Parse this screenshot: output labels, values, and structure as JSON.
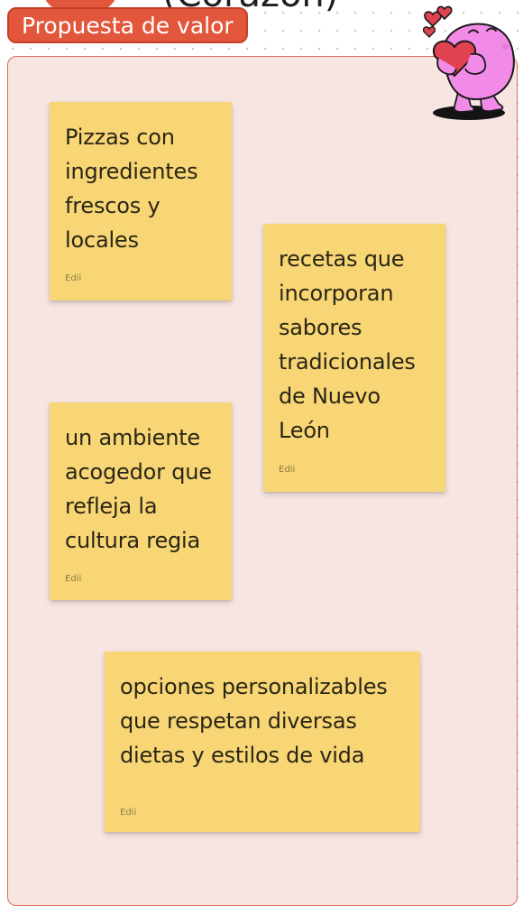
{
  "board": {
    "heading": "(Corazón)",
    "section_tag": "Propuesta de valor"
  },
  "sticky_notes": [
    {
      "text": "Pizzas con ingredientes frescos y locales",
      "author": "Edii"
    },
    {
      "text": "recetas que incorporan sabores tradicionales de Nuevo León",
      "author": "Edii"
    },
    {
      "text": "un ambiente acogedor que refleja la cultura regia",
      "author": "Edii"
    },
    {
      "text": "opciones personalizables que respetan diversas dietas y estilos de vida",
      "author": "Edii"
    }
  ],
  "colors": {
    "frame_background": "#f7e5e1",
    "frame_border": "#de6a5a",
    "tag_background": "#e2563b",
    "sticky_note": "#f8d675",
    "sticker_character": "#f28be8",
    "sticker_heart": "#e0434f"
  },
  "icons": {
    "sticker": "heart-hug-character-icon"
  }
}
